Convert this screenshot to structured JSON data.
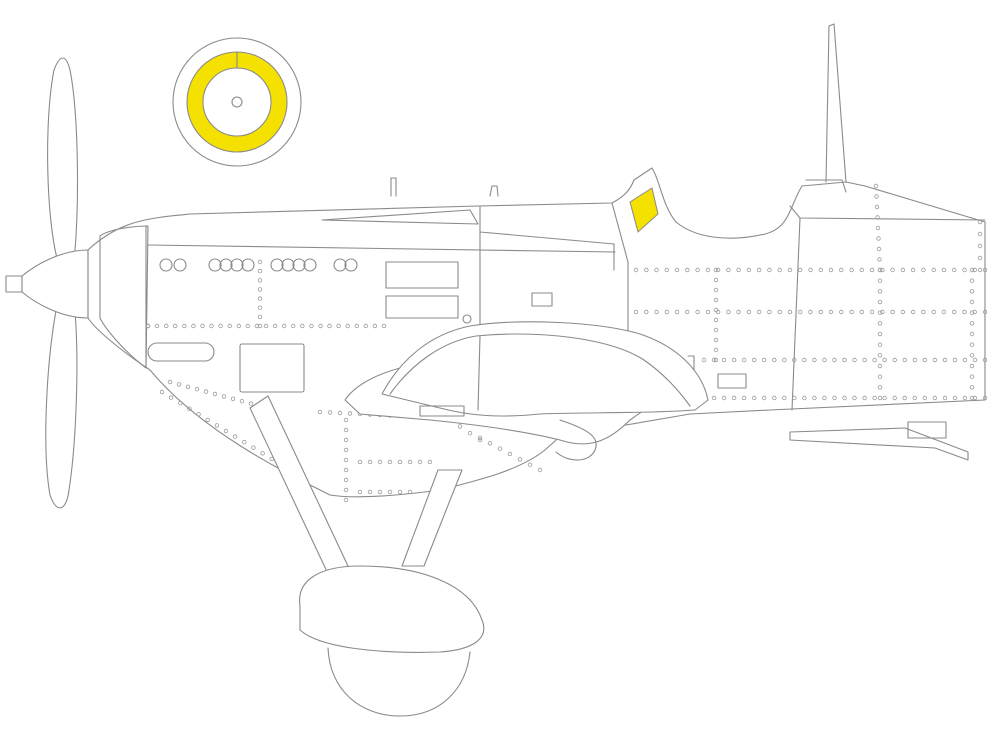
{
  "diagram": {
    "subject": "aircraft-side-view-mask-template",
    "colors": {
      "background": "#ffffff",
      "outline": "#8a8a8a",
      "rivet": "#9a9a9a",
      "mask_highlight": "#f5e100"
    },
    "highlighted_masks": [
      "roundel-ring-mask",
      "canopy-rear-window-mask"
    ]
  }
}
